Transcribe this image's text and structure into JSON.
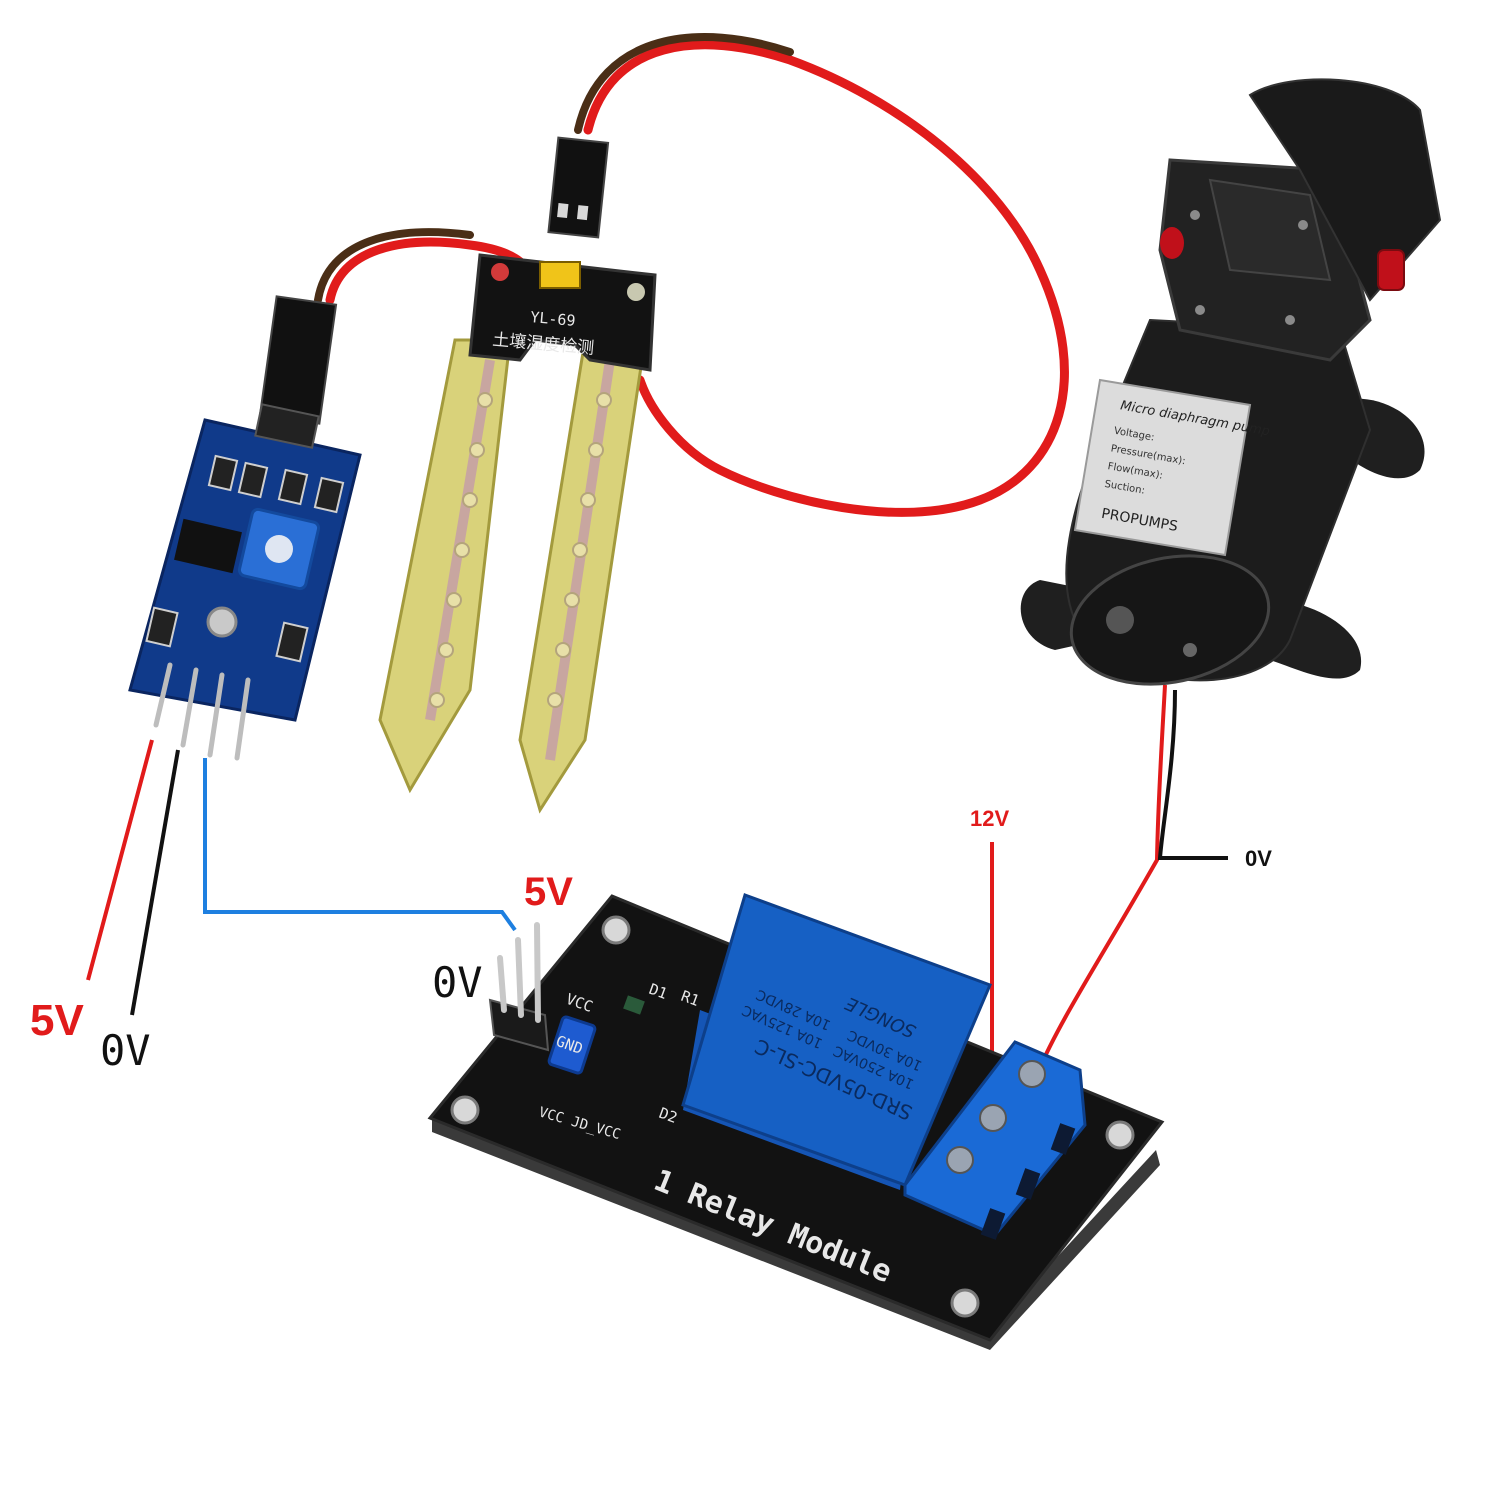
{
  "colors": {
    "wire_red": "#e11b1b",
    "wire_black": "#111111",
    "wire_blue": "#1e7fe0",
    "wire_brown": "#4a2e16",
    "pcb_blue": "#103a8a",
    "pcb_black": "#121212",
    "relay_blue": "#1660c4",
    "probe_yellow": "#d9d27a",
    "pump_body": "#1c1c1c",
    "pump_label": "#dcdcdc",
    "pump_valve": "#c0101a"
  },
  "labels": {
    "sensor_5v": "5V",
    "sensor_0v": "0V",
    "relay_5v": "5V",
    "relay_0v": "0V",
    "supply_12v": "12V",
    "pump_0v": "0V"
  },
  "probe": {
    "model": "YL-69",
    "chinese": "土壤湿度检测"
  },
  "relay": {
    "board_title": "1 Relay Module",
    "vcc": "VCC",
    "gnd": "GND",
    "jumper": "VCC JD_VCC",
    "d1": "D1",
    "d2": "D2",
    "r1": "R1",
    "part": "SRD-05VDC-SL-C",
    "r_line1": "10A 250VAC",
    "r_line2": "10A 30VDC",
    "r_line3": "10A 125VAC",
    "r_line4": "10A 28VDC",
    "brand": "SONGLE"
  },
  "pump": {
    "label_title": "Micro diaphragm pump",
    "brand": "PROPUMPS",
    "f1": "Voltage:",
    "f2": "Pressure(max):",
    "f3": "Flow(max):",
    "f4": "Suction:"
  }
}
